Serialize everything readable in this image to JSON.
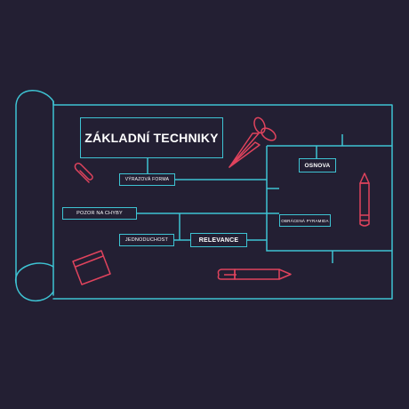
{
  "colors": {
    "background": "#231f33",
    "line": "#3ec3d3",
    "accent": "#e0435d",
    "text": "#ffffff"
  },
  "diagram": {
    "title": "ZÁKLADNÍ TECHNIKY",
    "labels": {
      "vyrazna_forma": "VÝRAZOVÁ FORMA",
      "osnova": "OSNOVA",
      "pozor_na_chyby": "POZOR NA CHYBY",
      "obracena_pyramida": "OBRÁCENÁ PYRAMIDA",
      "jednoduchost": "JEDNODUCHOST",
      "relevance": "RELEVANCE"
    },
    "icons": [
      "scroll-icon",
      "scissors-icon",
      "paperclip-icon",
      "pencil-icon",
      "notepad-icon",
      "marker-icon"
    ]
  }
}
